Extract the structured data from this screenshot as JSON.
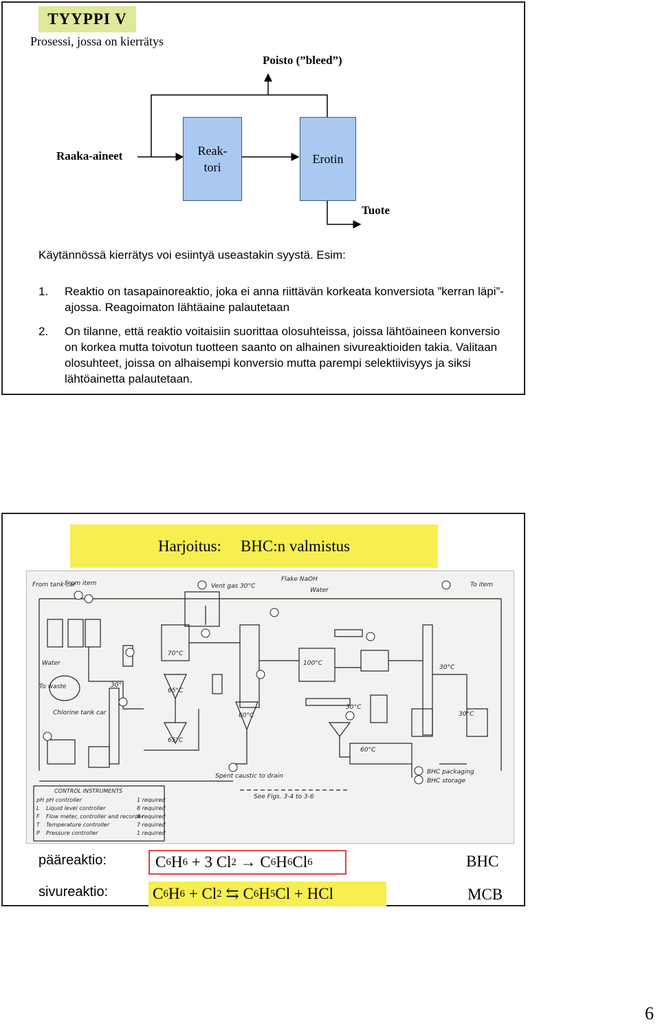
{
  "slide1": {
    "title": "TYYPPI  V",
    "subtitle": "Prosessi, jossa on kierrätys",
    "flow": {
      "bleed_label": "Poisto (”bleed”)",
      "raw_label": "Raaka-aineet",
      "reactor_label": "Reak-\ntori",
      "separator_label": "Erotin",
      "product_label": "Tuote"
    },
    "intro": "Käytännössä kierrätys voi esiintyä useastakin syystä. Esim:",
    "items": [
      {
        "num": "1.",
        "text": "Reaktio on tasapainoreaktio, joka ei anna riittävän korkeata konversiota ”kerran läpi”-ajossa. Reagoimaton lähtäaine palautetaan"
      },
      {
        "num": "2.",
        "text": "On tilanne, että reaktio voitaisiin suorittaa olosuhteissa, joissa lähtöaineen konversio on korkea mutta toivotun tuotteen saanto on alhainen sivureaktioiden takia. Valitaan olosuhteet, joissa on alhaisempi konversio mutta parempi selektiivisyys ja siksi lähtöainetta palautetaan."
      }
    ]
  },
  "slide2": {
    "title_left": "Harjoitus:",
    "title_right": "BHC:n valmistus",
    "diagram": {
      "top_labels": [
        "From tank car",
        "From item",
        "Vent gas 30°C",
        "Flake NaOH",
        "Water",
        "To item"
      ],
      "left_labels": [
        "Water",
        "To waste",
        "Chlorine tank car"
      ],
      "temps": [
        "70°C",
        "30°",
        "65°C",
        "65°C",
        "60°C",
        "100°C",
        "30°C",
        "60°C",
        "30°C",
        "30°C"
      ],
      "bottom_labels": [
        "Spent caustic to drain",
        "See Figs. 3-4 to 3-6",
        "BHC packaging",
        "BHC storage"
      ],
      "legend_title": "CONTROL INSTRUMENTS",
      "legend": [
        {
          "code": "pH",
          "name": "pH controller",
          "req": "1 required"
        },
        {
          "code": "L",
          "name": "Liquid level controller",
          "req": "8 required"
        },
        {
          "code": "F",
          "name": "Flow meter, controller and recorder",
          "req": "4 required"
        },
        {
          "code": "T",
          "name": "Temperature controller",
          "req": "7 required"
        },
        {
          "code": "P",
          "name": "Pressure controller",
          "req": "1 required"
        }
      ]
    },
    "main_label": "pääreaktio:",
    "side_label": "sivureaktio:",
    "main_eq": {
      "a": "C",
      "a1": "6",
      "b": "H",
      "b1": "6",
      "plus": "+ 3 Cl",
      "c1": "2",
      "arrow": "→",
      "p": "C",
      "p1": "6",
      "q": "H",
      "q1": "6",
      "r": "Cl",
      "r1": "6"
    },
    "side_eq": {
      "a": "C",
      "a1": "6",
      "b": "H",
      "b1": "6",
      "plus": "+ Cl",
      "c1": "2",
      "arrow": "⇆",
      "p": "C",
      "p1": "6",
      "q": "H",
      "q1": "5",
      "r": "Cl + HCl"
    },
    "main_product": "BHC",
    "side_product": "MCB"
  },
  "page_number": "6"
}
